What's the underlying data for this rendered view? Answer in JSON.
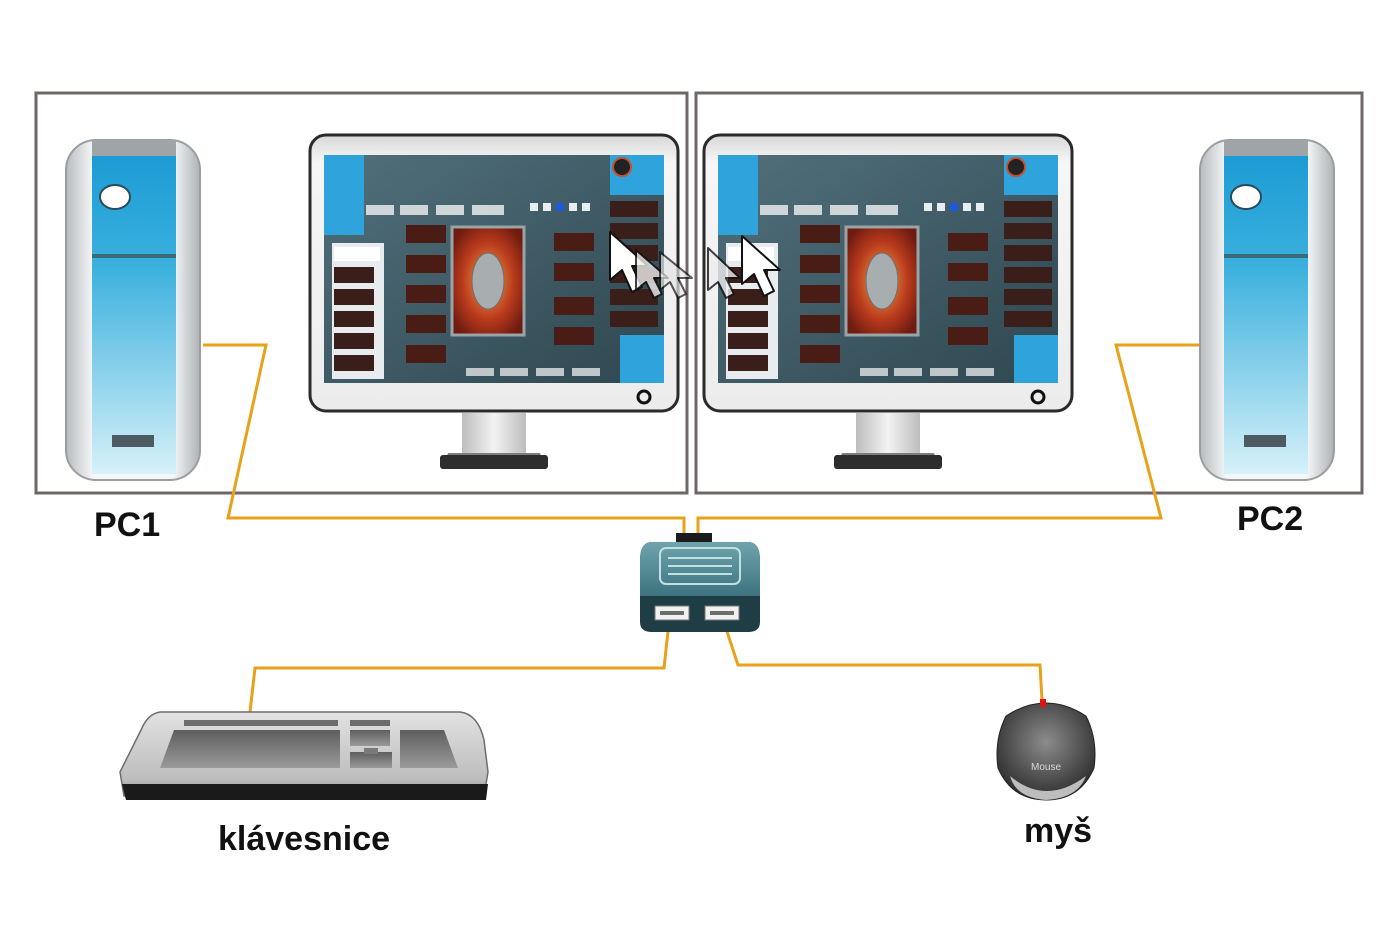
{
  "diagram": {
    "type": "KVM switch connection diagram",
    "nodes": [
      {
        "id": "pc1",
        "label": "PC1",
        "kind": "desktop-tower"
      },
      {
        "id": "pc2",
        "label": "PC2",
        "kind": "desktop-tower"
      },
      {
        "id": "monitor1",
        "label": "",
        "kind": "monitor"
      },
      {
        "id": "monitor2",
        "label": "",
        "kind": "monitor"
      },
      {
        "id": "switch",
        "label": "",
        "kind": "usb-kvm-switch"
      },
      {
        "id": "keyboard",
        "label": "klávesnice",
        "kind": "keyboard"
      },
      {
        "id": "mouse",
        "label": "myš",
        "kind": "mouse",
        "device_text": "Mouse"
      }
    ],
    "edges": [
      {
        "from": "pc1",
        "to": "switch"
      },
      {
        "from": "pc2",
        "to": "switch"
      },
      {
        "from": "switch",
        "to": "keyboard"
      },
      {
        "from": "switch",
        "to": "mouse"
      }
    ],
    "annotation": "cursor moves across screens between monitor1 and monitor2"
  },
  "labels": {
    "pc1": "PC1",
    "pc2": "PC2",
    "keyboard": "klávesnice",
    "mouse": "myš",
    "mouse_device_text": "Mouse"
  },
  "colors": {
    "cable": "#e8a21a",
    "frame": "#6f6767",
    "tower_blue": "#1aa0d8",
    "tower_light": "#cfeef7",
    "switch_body": "#3f7a86",
    "switch_dark": "#1f3d44",
    "screen_bg": "#3d5a66",
    "screen_red": "#8a2218"
  }
}
